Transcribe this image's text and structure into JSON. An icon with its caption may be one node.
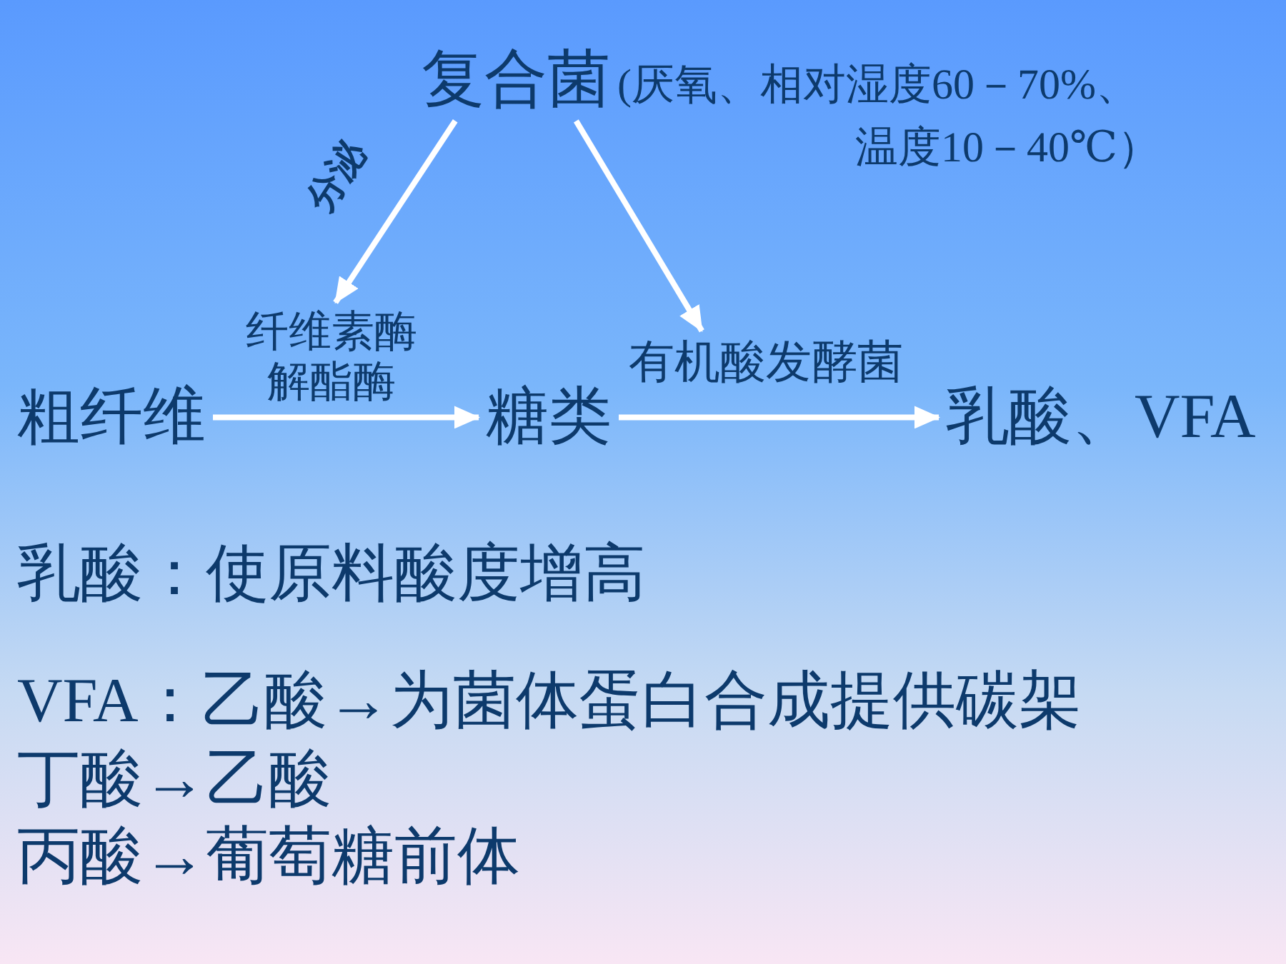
{
  "diagram": {
    "nodes": [
      {
        "text": [
          "复合菌"
        ],
        "beside": [
          "(厌氧、相对湿度60－70%、温度10－40℃）"
        ]
      },
      {
        "text": [
          "纤维素酶",
          "解酯酶"
        ]
      },
      {
        "text": [
          "有机酸发酵菌"
        ]
      },
      {
        "text": [
          "粗纤维"
        ]
      },
      {
        "text": [
          "糖类"
        ]
      },
      {
        "text": [
          "乳酸、VFA"
        ]
      }
    ],
    "edges": [
      {
        "from": 0,
        "to": 1,
        "arrow": "to",
        "label": "分泌"
      },
      {
        "from": 0,
        "to": 2,
        "arrow": "to"
      },
      {
        "from": 3,
        "to": 4,
        "arrow": "to"
      },
      {
        "from": 4,
        "to": 5,
        "arrow": "to"
      }
    ],
    "labels": [
      "乳酸：使原料酸度增高",
      "VFA：乙酸→为菌体蛋白合成提供碳架",
      "丁酸→乙酸",
      "丙酸→葡萄糖前体"
    ]
  }
}
